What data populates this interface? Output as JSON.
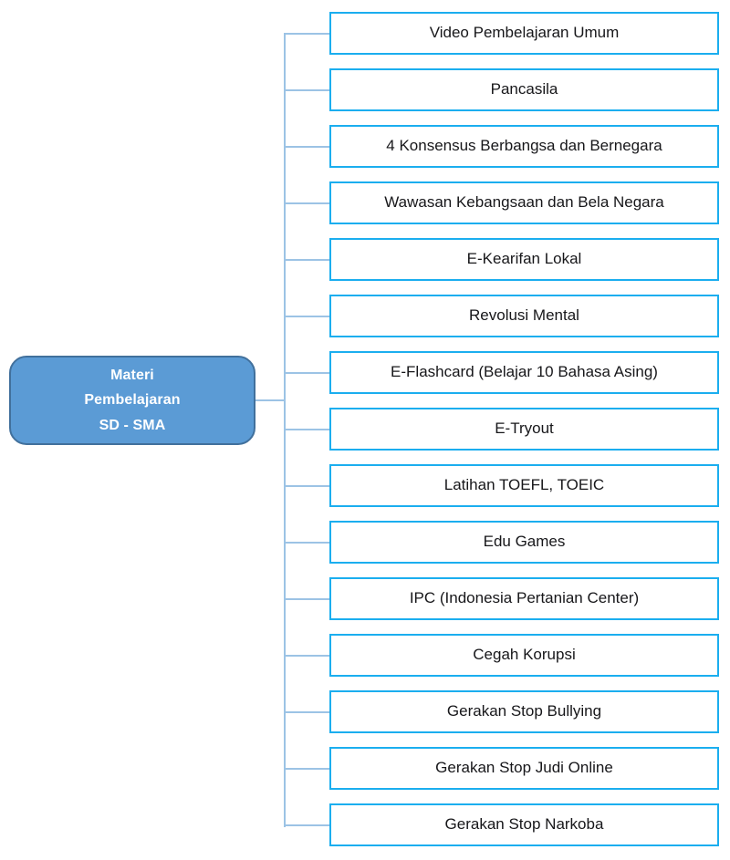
{
  "diagram": {
    "type": "tree-map",
    "orientation": "left-to-right",
    "colors": {
      "root_fill": "#5B9BD5",
      "root_border": "#41709C",
      "root_text": "#FFFFFF",
      "leaf_fill": "#FFFFFF",
      "leaf_border": "#1BAEEF",
      "leaf_text": "#17171A",
      "connector": "#9CC3E5",
      "background": "#FFFFFF"
    },
    "root": {
      "label": "Materi\nPembelajaran\nSD - SMA",
      "lines": [
        "Materi",
        "Pembelajaran",
        "SD - SMA"
      ]
    },
    "branch_count": 15,
    "branches": [
      {
        "index": 1,
        "label": "Video Pembelajaran Umum"
      },
      {
        "index": 2,
        "label": "Pancasila"
      },
      {
        "index": 3,
        "label": "4 Konsensus Berbangsa dan Bernegara"
      },
      {
        "index": 4,
        "label": "Wawasan Kebangsaan dan Bela Negara"
      },
      {
        "index": 5,
        "label": "E-Kearifan Lokal"
      },
      {
        "index": 6,
        "label": "Revolusi Mental"
      },
      {
        "index": 7,
        "label": "E-Flashcard (Belajar 10 Bahasa Asing)"
      },
      {
        "index": 8,
        "label": "E-Tryout"
      },
      {
        "index": 9,
        "label": "Latihan TOEFL, TOEIC"
      },
      {
        "index": 10,
        "label": "Edu Games"
      },
      {
        "index": 11,
        "label": "IPC (Indonesia Pertanian Center)"
      },
      {
        "index": 12,
        "label": "Cegah Korupsi"
      },
      {
        "index": 13,
        "label": "Gerakan Stop Bullying"
      },
      {
        "index": 14,
        "label": "Gerakan Stop Judi Online"
      },
      {
        "index": 15,
        "label": "Gerakan Stop Narkoba"
      }
    ]
  }
}
